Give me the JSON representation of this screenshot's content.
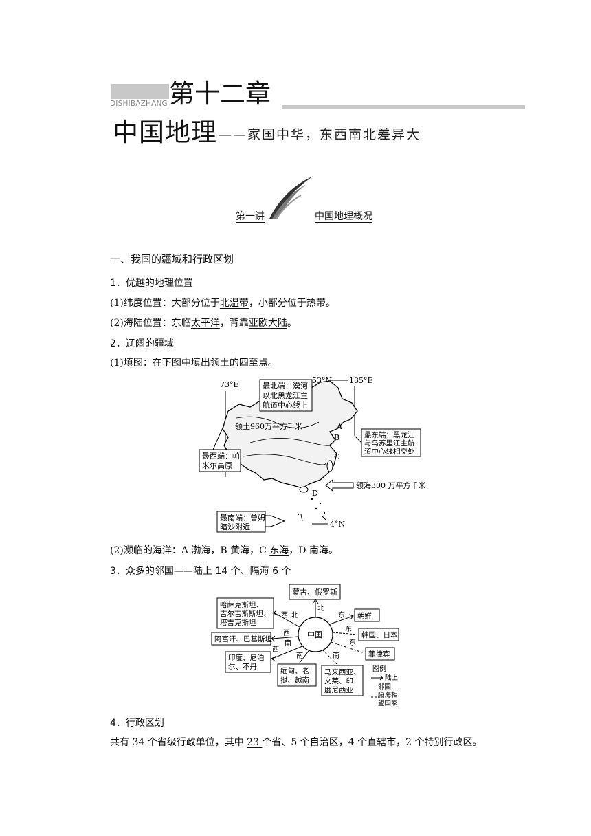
{
  "header": {
    "pinyin": "DISHIBAZHANG",
    "chapter": "第十二章",
    "title": "中国地理",
    "subtitle": "——家国中华，东西南北差异大"
  },
  "lecture": {
    "number": "第一讲",
    "title": "中国地理概况"
  },
  "section1": {
    "heading": "一、我国的疆域和行政区划",
    "sub1": {
      "heading": "1．优越的地理位置",
      "lat_pre": "(1)纬度位置：大部分位于",
      "lat_ans": "北温带",
      "lat_post": "，小部分位于热带。",
      "sea_pre": "(2)海陆位置：东临",
      "sea_ans1": "太平洋",
      "sea_mid": "，背靠",
      "sea_ans2": "亚欧大陆",
      "sea_post": "。"
    },
    "sub2": {
      "heading": "2．辽阔的疆域",
      "fill": "(1)填图：在下图中填出领土的四至点。",
      "map": {
        "lon_w": "73°E",
        "lon_e": "135°E",
        "lat_n": "53°N",
        "lat_s": "4°N",
        "north_l1": "最北端：漠河",
        "north_l2": "以北黑龙江主",
        "north_l3": "航道中心线上",
        "east_l1": "最东端：黑龙江",
        "east_l2": "与乌苏里江主航",
        "east_l3": "道中心线相交处",
        "west_l1": "最西端：帕",
        "west_l2": "米尔高原",
        "south_l1": "最南端：曾姆",
        "south_l2": "暗沙附近",
        "land_area": "领土960万平方千米",
        "sea_area": "领海300 万平方千米",
        "A": "A",
        "B": "B",
        "C": "C",
        "D": "D"
      },
      "seas_pre": "(2)濒临的海洋：A 渤海，B 黄海，C ",
      "seas_ans": "东海",
      "seas_post": "，D 南海。"
    },
    "sub3": {
      "heading": "3．众多的邻国——陆上 14 个、隔海 6 个",
      "diagram": {
        "center": "中国",
        "north": "蒙古、俄罗斯",
        "nw_l1": "哈萨克斯坦、",
        "nw_l2": "吉尔吉斯斯坦、",
        "nw_l3": "塔吉克斯坦",
        "west": "阿富汗、巴基斯坦",
        "sw_l1": "印度、尼泊",
        "sw_l2": "尔、不丹",
        "s_l1": "缅甸、老",
        "s_l2": "挝、越南",
        "se_l1": "马来西亚、",
        "se_l2": "文莱、印",
        "se_l3": "度尼西亚",
        "ph": "菲律宾",
        "kr": "韩国、日本",
        "kp": "朝鲜",
        "d_n": "北",
        "d_s": "南",
        "d_e": "东",
        "d_w": "西",
        "legend_title": "图例",
        "legend_land_l1": "陆上",
        "legend_land_l2": "邻国",
        "legend_sea_l1": "隔海相",
        "legend_sea_l2": "望国家"
      }
    },
    "sub4": {
      "heading": "4．行政区划",
      "text_pre": "共有 34 个省级行政单位，其中 ",
      "text_ans": "23 ",
      "text_post": "个省、5 个自治区，4 个直辖市，2 个特别行政区。"
    }
  }
}
